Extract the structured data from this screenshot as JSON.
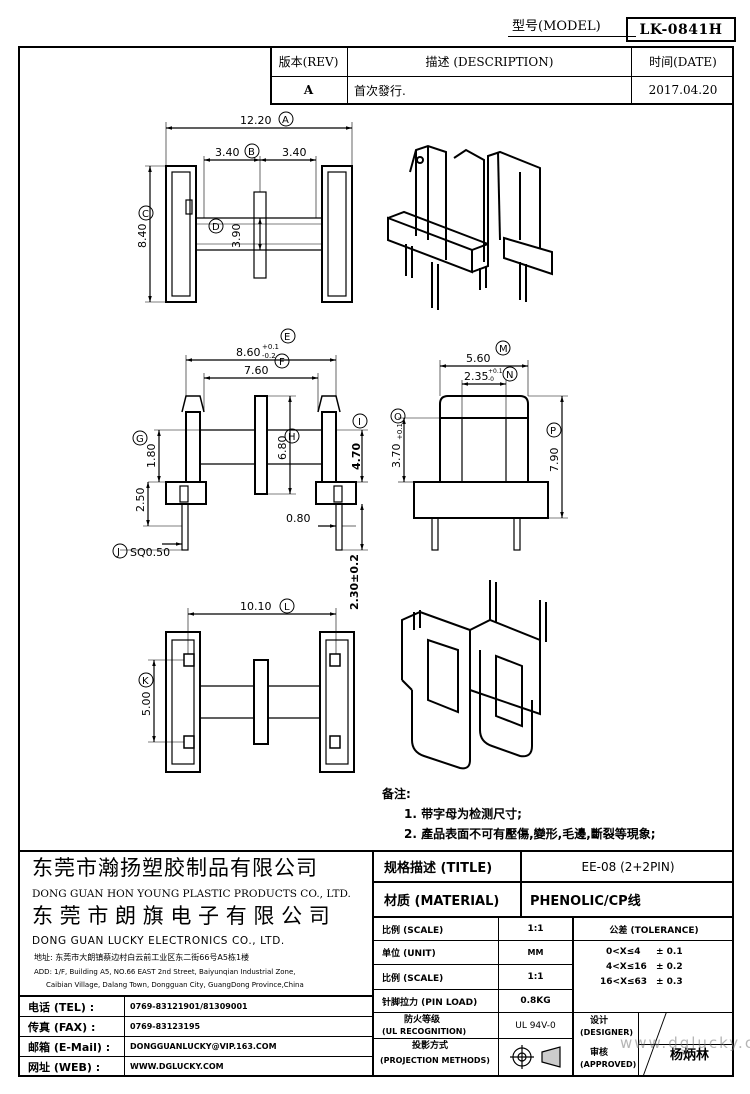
{
  "header": {
    "model_label": "型号(MODEL)",
    "model_value": "LK-0841H"
  },
  "revision_table": {
    "rev_header": "版本(REV)",
    "desc_header": "描述 (DESCRIPTION)",
    "date_header": "时间(DATE)",
    "rows": [
      {
        "rev": "A",
        "description": "首次發行.",
        "date": "2017.04.20"
      }
    ]
  },
  "dimensions": {
    "A": "12.20",
    "B": "3.40",
    "B2": "3.40",
    "C": "8.40",
    "D": "3.90",
    "E": "8.60",
    "E_tol_top": "+0.1",
    "E_tol_bot": "-0.2",
    "F": "7.60",
    "G": "1.80",
    "H": "6.80",
    "I": "4.70",
    "J": "SQ0.50",
    "K": "5.00",
    "L": "10.10",
    "M": "5.60",
    "N": "2.35",
    "N_tol_top": "+0.1",
    "N_tol_bot": "-0",
    "O": "3.70",
    "O_tol": "+0.1",
    "P": "7.90",
    "pin_h": "2.50",
    "pin_w": "0.80",
    "pin_len": "2.30±0.2"
  },
  "labels": [
    "A",
    "B",
    "C",
    "D",
    "E",
    "F",
    "G",
    "H",
    "I",
    "J",
    "K",
    "L",
    "M",
    "N",
    "O",
    "P"
  ],
  "notes": {
    "title": "备注:",
    "items": [
      "1. 带字母为检测尺寸;",
      "2. 產品表面不可有壓傷,變形,毛邊,斷裂等現象;"
    ]
  },
  "company": {
    "name_cn_1": "东莞市瀚扬塑胶制品有限公司",
    "name_en_1": "DONG GUAN HON YOUNG PLASTIC PRODUCTS CO., LTD.",
    "name_cn_2": "东 莞 市 朗 旗 电 子 有 限 公 司",
    "name_en_2": "DONG GUAN LUCKY ELECTRONICS CO., LTD.",
    "addr_cn": "地址: 东莞市大朗镇蔡边村白云前工业区东二街66号A5栋1楼",
    "addr_en_1": "ADD: 1/F, Building A5, NO.66 EAST 2nd Street, Baiyunqian Industrial Zone,",
    "addr_en_2": "Caibian Village, Dalang Town, Dongguan City, GuangDong Province,China"
  },
  "contact": [
    {
      "label": "电话 (TEL) :",
      "value": "0769-83121901/81309001"
    },
    {
      "label": "传真 (FAX) :",
      "value": "0769-83123195"
    },
    {
      "label": "邮箱 (E-Mail) :",
      "value": "DONGGUANLUCKY@VIP.163.COM"
    },
    {
      "label": "网址 (WEB) :",
      "value": "WWW.DGLUCKY.COM"
    }
  ],
  "spec": {
    "title_label": "规格描述 (TITLE)",
    "title_value": "EE-08 (2+2PIN)",
    "material_label": "材质 (MATERIAL)",
    "material_value": "PHENOLIC/CP线",
    "scale_label": "比例 (SCALE)",
    "scale_value": "1:1",
    "tolerance_label": "公差 (TOLERANCE)",
    "unit_label": "单位 (UNIT)",
    "unit_value": "MM",
    "scale2_label": "比例 (SCALE)",
    "scale2_value": "1:1",
    "tolerances": [
      {
        "range": "0<X≤4",
        "tol": "± 0.1"
      },
      {
        "range": "4<X≤16",
        "tol": "± 0.2"
      },
      {
        "range": "16<X≤63",
        "tol": "± 0.3"
      }
    ],
    "pin_load_label": "针脚拉力 (PIN LOAD)",
    "pin_load_value": "0.8KG",
    "fire_label_1": "防火等级",
    "fire_label_2": "(UL RECOGNITION)",
    "fire_value": "UL 94V-0",
    "projection_label_1": "投影方式",
    "projection_label_2": "(PROJECTION METHODS)",
    "designer_label_1": "设计",
    "designer_label_2": "(DESIGNER)",
    "approved_label_1": "审核",
    "approved_label_2": "(APPROVED)",
    "approved_value": "杨炳林"
  },
  "watermark": "www.dglucky.com"
}
